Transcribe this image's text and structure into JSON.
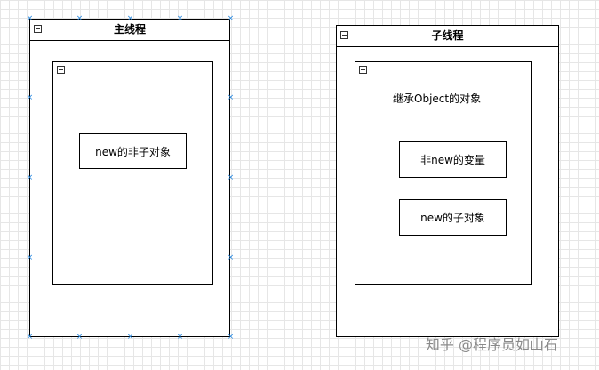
{
  "main_thread": {
    "title": "主线程",
    "boxes": [
      {
        "label": "new的非子对象"
      }
    ]
  },
  "child_thread": {
    "title": "子线程",
    "group_label": "继承Object的对象",
    "boxes": [
      {
        "label": "非new的变量"
      },
      {
        "label": "new的子对象"
      }
    ]
  },
  "watermark": "知乎 @程序员如山石",
  "colors": {
    "grid": "#e6e6e6",
    "selection_handle": "#2a8ae0",
    "stroke": "#000000"
  },
  "icons": {
    "collapse": "collapse-minus-icon",
    "handle": "resize-handle-icon"
  }
}
